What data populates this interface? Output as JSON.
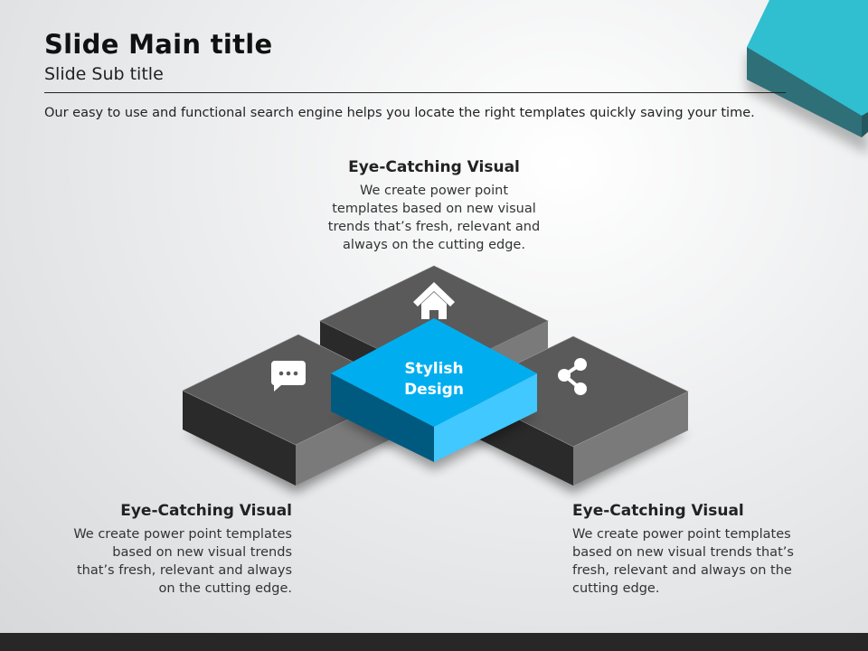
{
  "title": "Slide Main title",
  "subtitle": "Slide Sub title",
  "description": "Our easy to use and functional search engine helps you locate the right templates quickly saving your time.",
  "center": {
    "line1": "Stylish",
    "line2": "Design"
  },
  "blocks": [
    {
      "icon": "home-icon",
      "heading": "Eye-Catching Visual",
      "body": "We create power point templates based on new visual trends that’s fresh, relevant and always on the cutting edge."
    },
    {
      "icon": "chat-icon",
      "heading": "Eye-Catching Visual",
      "body": "We create power point templates based on new visual trends that’s fresh, relevant and always on the cutting edge."
    },
    {
      "icon": "share-icon",
      "heading": "Eye-Catching Visual",
      "body": "We create power point templates based on new visual trends that’s fresh, relevant and always on the cutting edge."
    }
  ],
  "colors": {
    "accent": "#00aeef",
    "corner": "#2fbfd0",
    "dark": "#5a5a5a"
  }
}
